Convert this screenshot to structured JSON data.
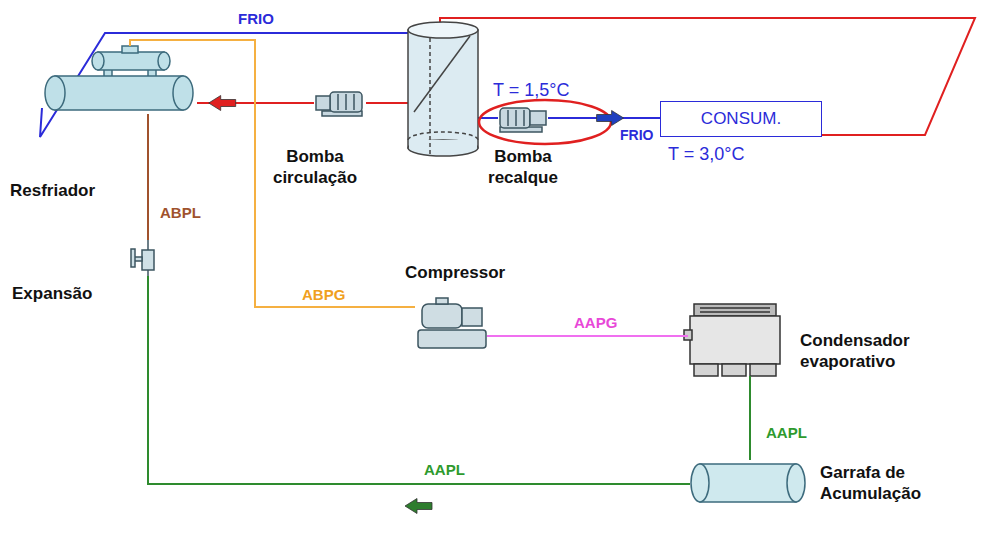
{
  "diagram": {
    "nodes": [
      {
        "text": [
          "Resfriador"
        ]
      },
      {
        "text": [
          "Bomba circulação"
        ]
      },
      {
        "text": [
          "Bomba recalque"
        ]
      },
      {
        "text": [
          "CONSUM."
        ]
      },
      {
        "text": [
          "Expansão"
        ]
      },
      {
        "text": [
          "Compressor"
        ]
      },
      {
        "text": [
          "Condensador evaporativo"
        ]
      },
      {
        "text": [
          "Garrafa de Acumulação"
        ]
      }
    ],
    "edges": [
      {
        "from": 1,
        "to": 0,
        "arrow": "to"
      },
      {
        "from": 2,
        "to": 3,
        "label": "FRIO",
        "arrow": "to"
      },
      {
        "from": 0,
        "to": 4,
        "label": "ABPL",
        "arrow": "none"
      },
      {
        "from": 0,
        "to": 5,
        "label": "ABPG",
        "arrow": "none"
      },
      {
        "from": 5,
        "to": 6,
        "label": "AAPG",
        "arrow": "none"
      },
      {
        "from": 6,
        "to": 7,
        "label": "AAPL",
        "arrow": "none"
      },
      {
        "from": 7,
        "to": 4,
        "label": "AAPL",
        "arrow": "to"
      }
    ],
    "labels": [
      "FRIO",
      "T = 1,5°C",
      "T = 3,0°C"
    ]
  }
}
